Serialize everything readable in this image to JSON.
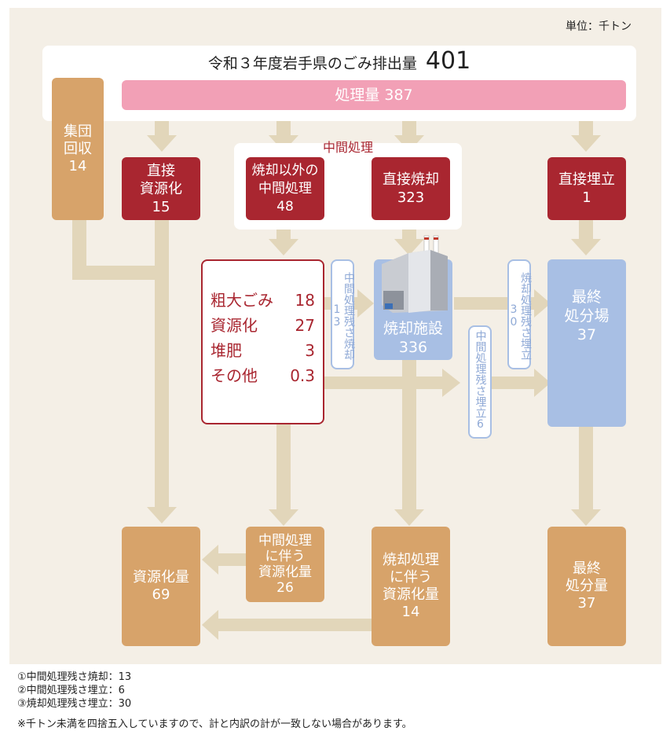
{
  "unit": "単位：千トン",
  "header": {
    "title": "令和３年度岩手県のごみ排出量",
    "total": "401"
  },
  "processing": "処理量 387",
  "group_collection": {
    "label": "集団\n回収",
    "value": "14"
  },
  "direct_recycling": {
    "label": "直接\n資源化",
    "value": "15"
  },
  "intermediate_section": "中間処理",
  "other_intermediate": {
    "label": "焼却以外の\n中間処理",
    "value": "48"
  },
  "direct_incineration": {
    "label": "直接焼却",
    "value": "323"
  },
  "direct_landfill": {
    "label": "直接埋立",
    "value": "1"
  },
  "breakdown": [
    {
      "name": "粗大ごみ",
      "value": "18"
    },
    {
      "name": "資源化",
      "value": "27"
    },
    {
      "name": "堆肥",
      "value": "3"
    },
    {
      "name": "その他",
      "value": "0.3"
    }
  ],
  "incineration_facility": {
    "label": "焼却施設",
    "value": "336"
  },
  "final_disposal_site": {
    "label": "最終\n処分場",
    "value": "37"
  },
  "residue_incineration": "中間処理残さ焼却13",
  "residue_landfill_intermediate": "中間処理残さ埋立6",
  "residue_landfill_incineration": "焼却処理残さ埋立30",
  "intermediate_recycling": {
    "label": "中間処理\nに伴う\n資源化量",
    "value": "26"
  },
  "incineration_recycling": {
    "label": "焼却処理\nに伴う\n資源化量",
    "value": "14"
  },
  "total_recycling": {
    "label": "資源化量",
    "value": "69"
  },
  "final_disposal_amount": {
    "label": "最終\n処分量",
    "value": "37"
  },
  "notes": [
    "①中間処理残さ焼却：13",
    "②中間処理残さ埋立：6",
    "③焼却処理残さ埋立：30"
  ],
  "footnote": "※千トン未満を四捨五入していますので、計と内訳の計が一致しない場合があります。",
  "colors": {
    "arrow": "#e2d6ba",
    "red": "#a92630",
    "tan": "#d7a36a",
    "blue": "#a8bfe4",
    "pink": "#f2a0b6",
    "background": "#f4efe6"
  }
}
